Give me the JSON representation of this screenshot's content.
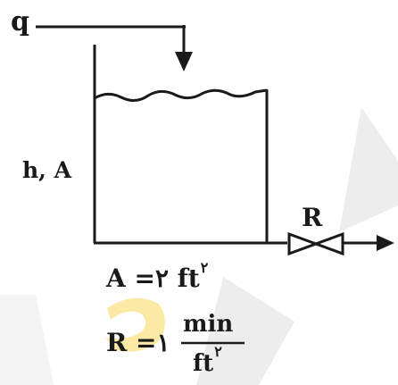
{
  "labels": {
    "inflow": "q",
    "tank": "h, A",
    "valve": "R"
  },
  "equations": {
    "area": {
      "lhs": "A",
      "eq": "=",
      "value": "۲",
      "unit": "ft",
      "exponent": "۲"
    },
    "resistance": {
      "lhs": "R",
      "eq": "=",
      "value": "۱",
      "numerator": "min",
      "denominator": "ft",
      "denominator_exponent": "۲"
    }
  },
  "colors": {
    "ink": "#1a1a1a",
    "watermark_gray": "#e9e9e9",
    "watermark_yellow": "#fde9a6"
  }
}
